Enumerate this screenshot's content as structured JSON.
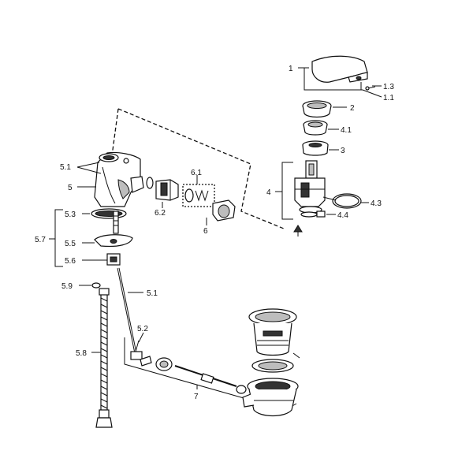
{
  "labels": {
    "l_1": "1",
    "l_1_3": "1.3",
    "l_1_1": "1.1",
    "l_2": "2",
    "l_4_1": "4.1",
    "l_3": "3",
    "l_4": "4",
    "l_4_3": "4.3",
    "l_4_4": "4.4",
    "l_5_1a": "5.1",
    "l_5": "5",
    "l_6_1": "6.1",
    "l_6_2": "6.2",
    "l_6": "6",
    "l_5_3": "5.3",
    "l_5_7": "5.7",
    "l_5_5": "5.5",
    "l_5_6": "5.6",
    "l_5_9": "5.9",
    "l_5_1b": "5.1",
    "l_5_2": "5.2",
    "l_5_8": "5.8",
    "l_7": "7"
  }
}
